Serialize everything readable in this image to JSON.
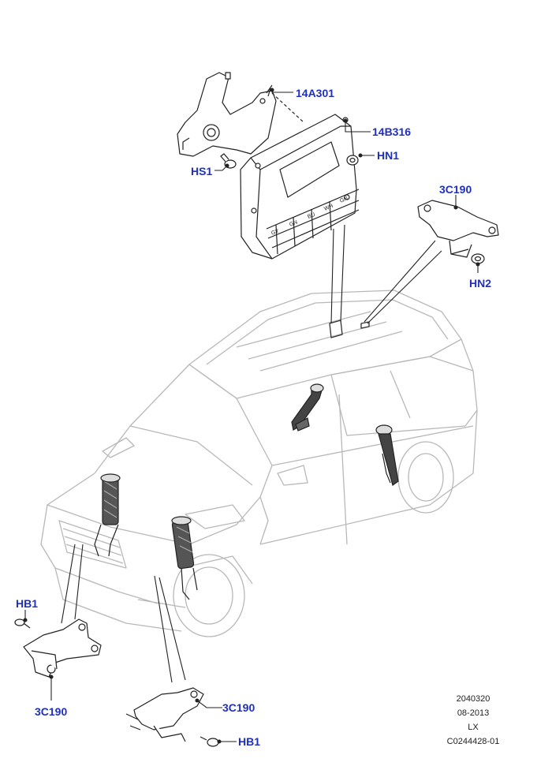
{
  "callouts": {
    "c14a301": "14A301",
    "c14b316": "14B316",
    "chn1": "HN1",
    "chs1": "HS1",
    "c3c190_top": "3C190",
    "chn2": "HN2",
    "chb1_left": "HB1",
    "c3c190_left": "3C190",
    "c3c190_bottom": "3C190",
    "chb1_bottom": "HB1"
  },
  "meta": {
    "code": "2040320",
    "date": "08-2013",
    "region": "LX",
    "ref": "C0244428-01"
  },
  "colors": {
    "callout": "#1f2fbf",
    "line": "#222222",
    "vehicle": "#b5b5b5"
  }
}
